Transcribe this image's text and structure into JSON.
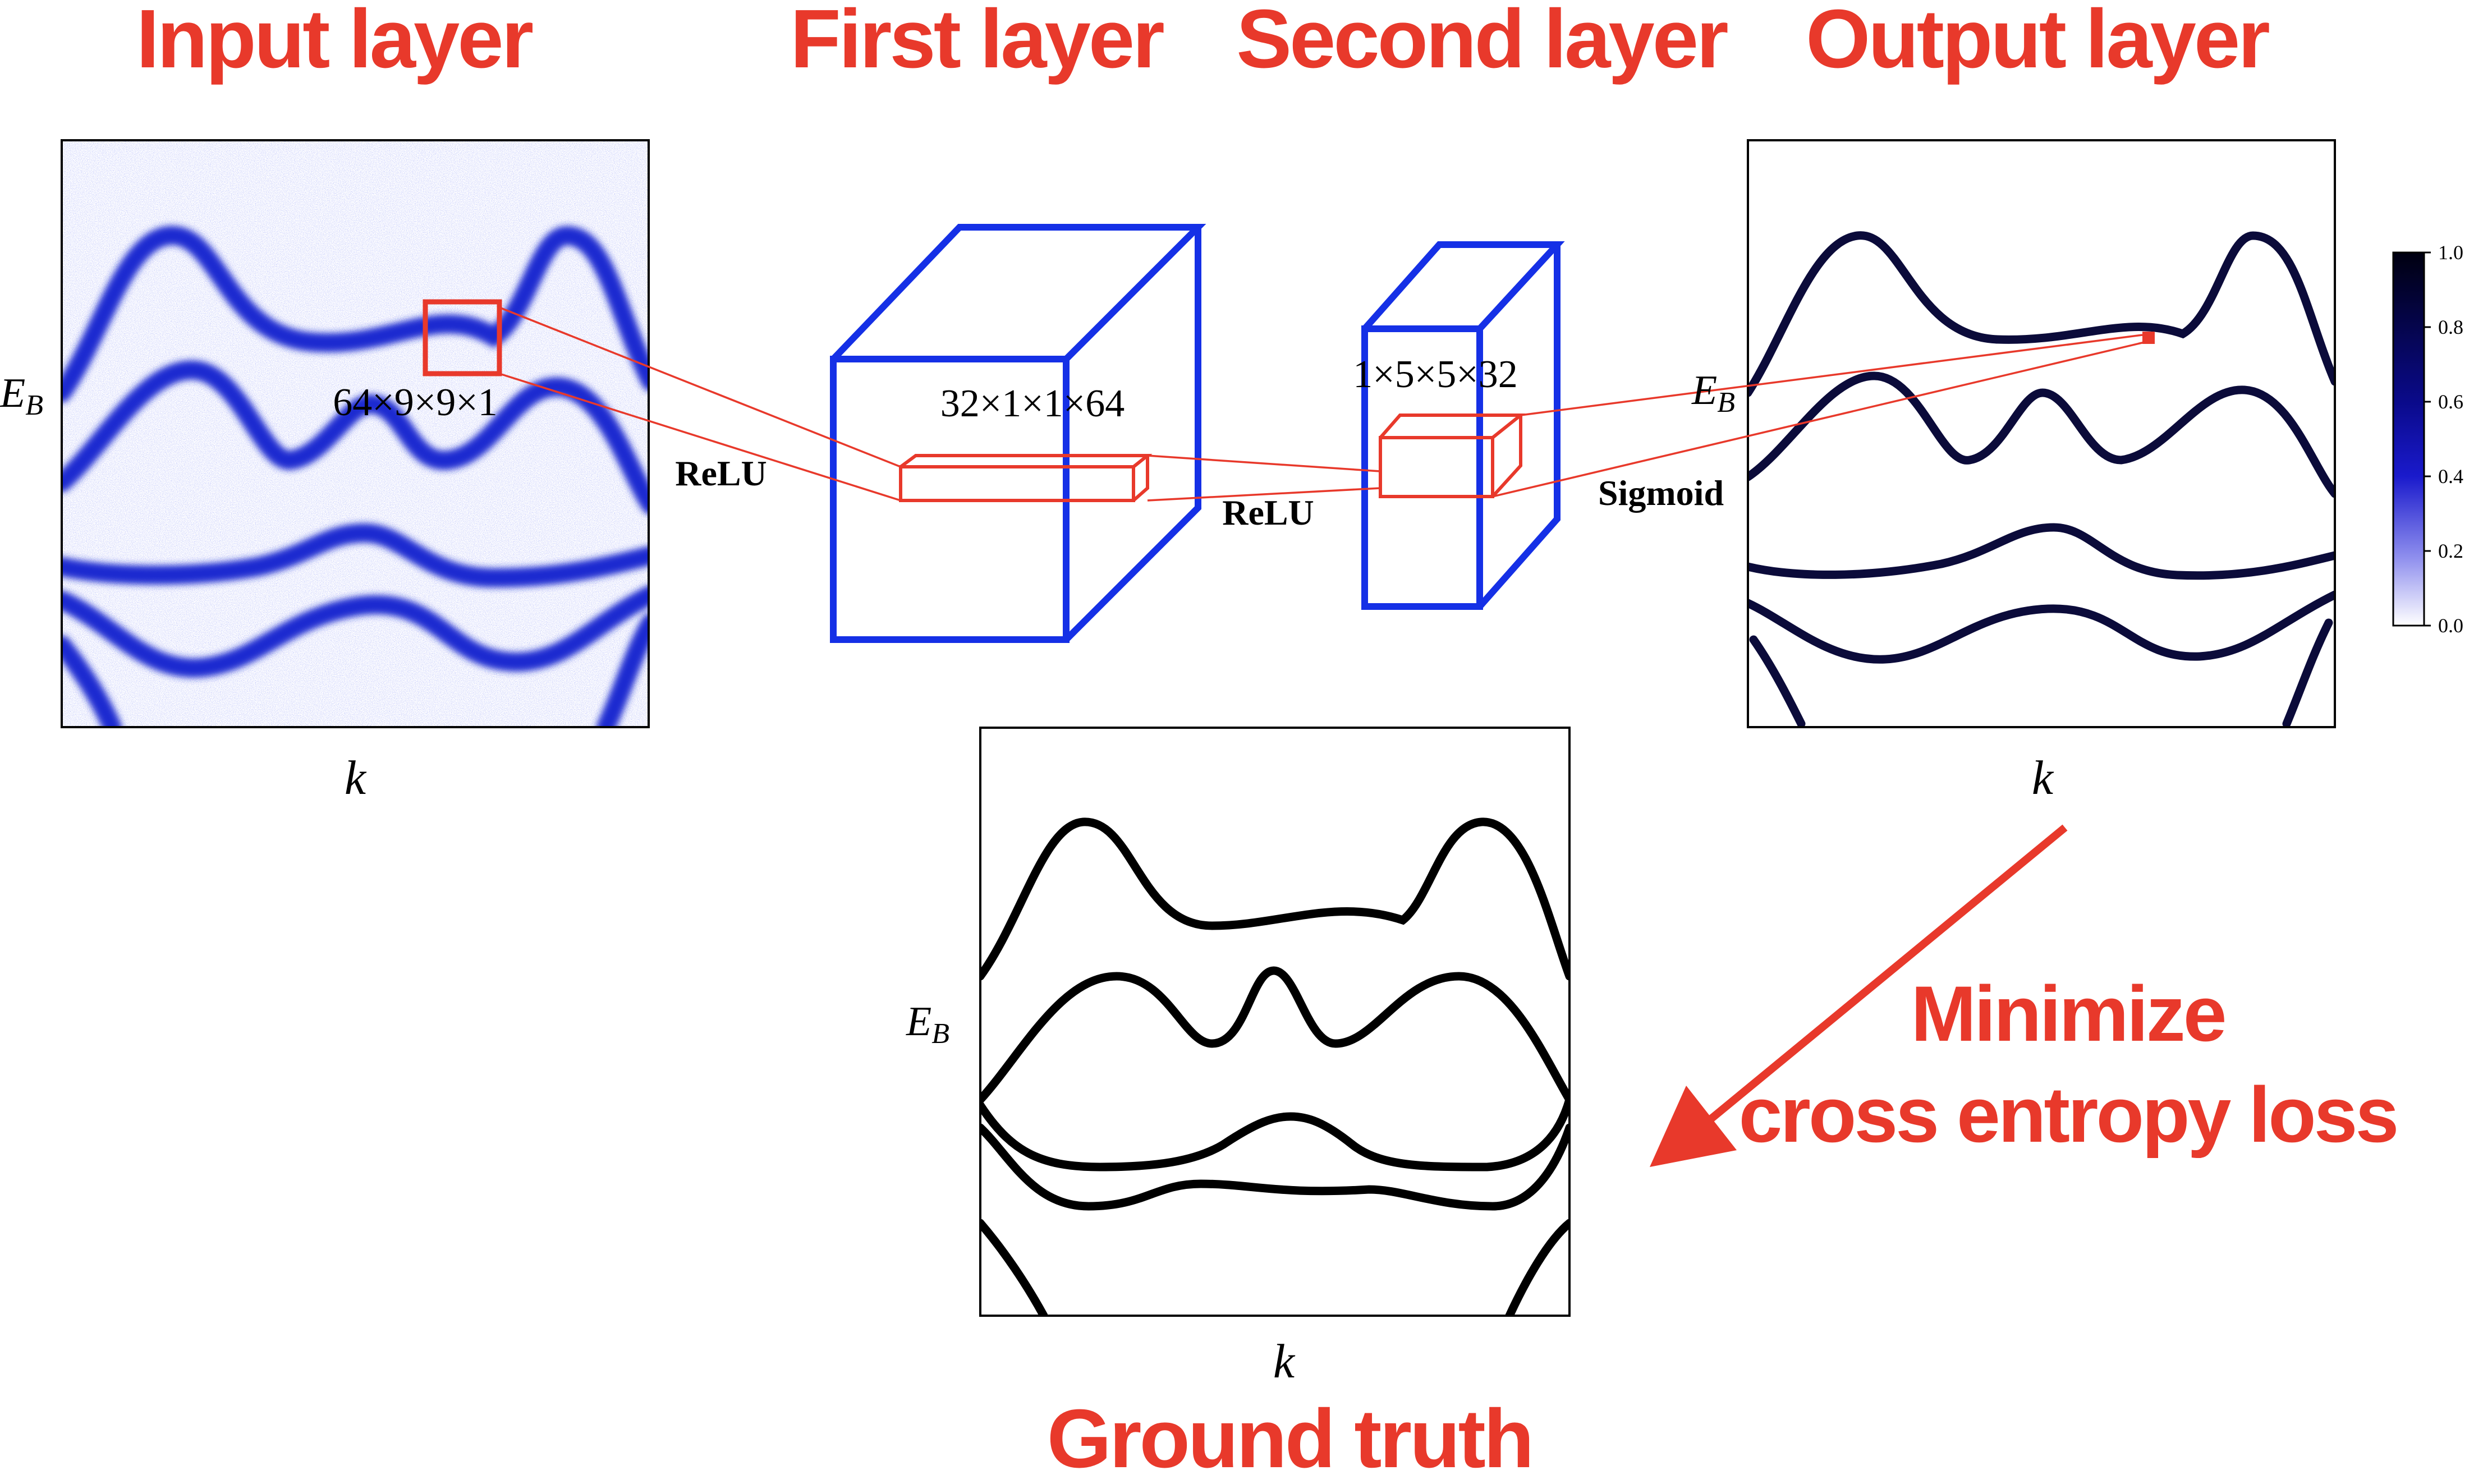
{
  "headings": {
    "input_layer": "Input layer",
    "first_layer": "First layer",
    "second_layer": "Second layer",
    "output_layer": "Output layer",
    "ground_truth": "Ground truth"
  },
  "axis": {
    "x_label": "k",
    "y_label_main": "E",
    "y_label_sub": "B"
  },
  "dimensions": {
    "input_kernel": "64×9×9×1",
    "first_layer": "32×1×1×64",
    "second_layer": "1×5×5×32"
  },
  "activations": {
    "after_input": "ReLU",
    "after_first": "ReLU",
    "after_second": "Sigmoid"
  },
  "loss": {
    "line1": "Minimize",
    "line2": "cross entropy loss"
  },
  "colorbar": {
    "ticks": [
      "1.0",
      "0.8",
      "0.6",
      "0.4",
      "0.2",
      "0.0"
    ],
    "max_color": "#000010",
    "mid_color": "#1a1acc",
    "min_color": "#ffffff"
  },
  "colors": {
    "accent_red": "#e8392b",
    "block_blue": "#1530e6",
    "band_blue": "#1b2bd0",
    "output_band": "#0b0b3a"
  }
}
